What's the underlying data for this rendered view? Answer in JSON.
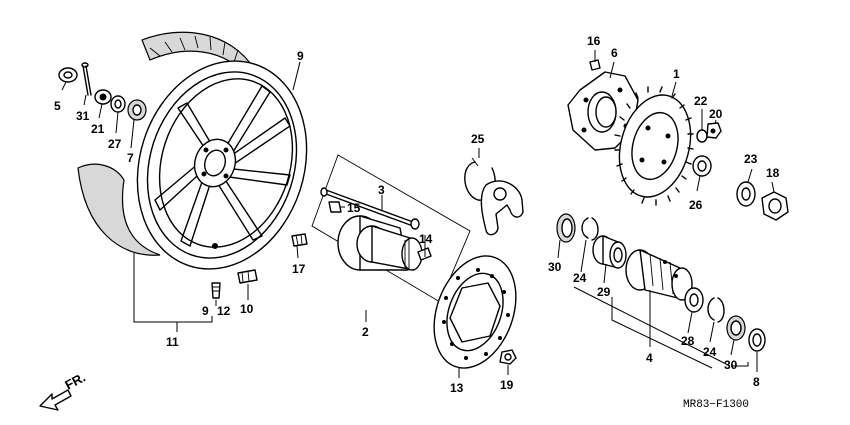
{
  "diagram": {
    "figure_code": "MR83−F1300",
    "direction_label": "FR.",
    "callouts": {
      "p1": "1",
      "p2": "2",
      "p3": "3",
      "p4": "4",
      "p5": "5",
      "p6": "6",
      "p7": "7",
      "p8": "8",
      "p9_top": "9",
      "p9_bottom": "9",
      "p10": "10",
      "p11": "11",
      "p12": "12",
      "p13": "13",
      "p14": "14",
      "p15": "15",
      "p16": "16",
      "p17": "17",
      "p18": "18",
      "p19": "19",
      "p20": "20",
      "p21": "21",
      "p22": "22",
      "p23": "23",
      "p24_a": "24",
      "p24_b": "24",
      "p25": "25",
      "p26": "26",
      "p27": "27",
      "p28": "28",
      "p29": "29",
      "p30_a": "30",
      "p30_b": "30",
      "p31": "31"
    }
  }
}
